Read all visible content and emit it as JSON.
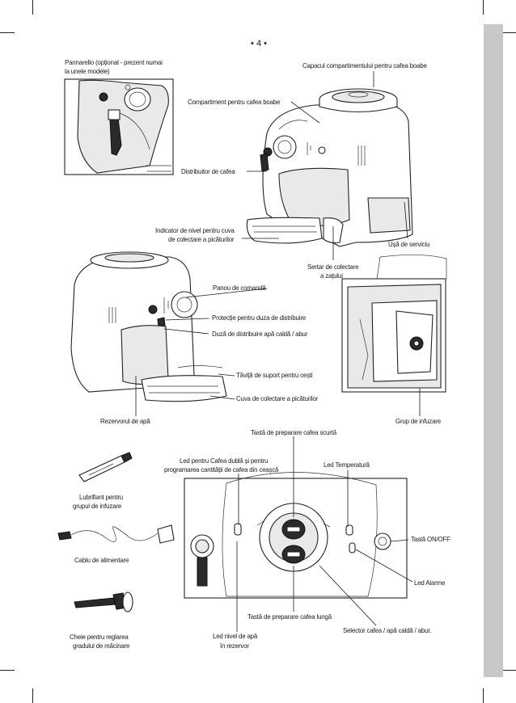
{
  "page_number": "• 4 •",
  "labels": {
    "pannarello": [
      "Pannarello (opțional - prezent numai",
      "la unele modele)"
    ],
    "capac": "Capacul compartimentului pentru cafea boabe",
    "compartiment": "Compartiment pentru cafea boabe",
    "distribuitor": "Distribuitor de cafea",
    "indicator_nivel": [
      "Indicator de nivel pentru cuva",
      "de colectare a picăturilor"
    ],
    "sertar": [
      "Sertar de colectare",
      "a zațului"
    ],
    "usa_serviciu": "Ușă de serviciu",
    "panou": "Panou de comandă",
    "protectie_duza": "Protecție pentru duza de distribuire",
    "duza_distribuire": "Duză de distribuire apă caldă / abur",
    "tavita": "Tăviță de suport pentru cești",
    "cuva_colectare": "Cuva de colectare a picăturilor",
    "rezervor": "Rezervorul de apă",
    "grup_infuzare": "Grup de infuzare",
    "tasta_scurta": "Tastă de preparare cafea scurtă",
    "led_dubla": [
      "Led pentru Cafea dublă și pentru",
      "programarea cantității de cafea din ceașcă"
    ],
    "led_temperatura": "Led Temperatură",
    "tasta_on_off": "Tastă ON/OFF",
    "led_alarme": "Led Alarme",
    "tasta_lunga": "Tastă de preparare cafea lungă",
    "selector": "Selector cafea / apă caldă / abur.",
    "led_nivel_apa": [
      "Led nivel de apă",
      "în rezervor"
    ],
    "lubrifiant": [
      "Lubrifiant pentru",
      "grupul de infuzare"
    ],
    "cablu": "Cablu de alimentare",
    "cheie": [
      "Cheie pentru reglarea",
      "gradului de măcinare"
    ]
  },
  "colors": {
    "sidebar": "#c8c8c8",
    "ink": "#1a1a1a"
  }
}
